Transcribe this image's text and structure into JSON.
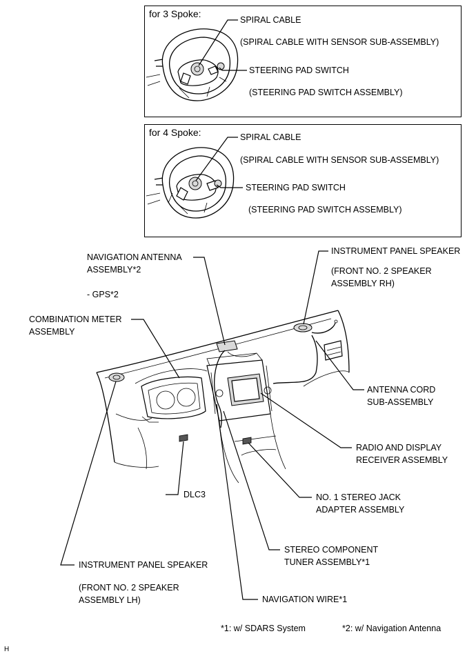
{
  "spoke3": {
    "title": "for 3 Spoke:",
    "spiral_cable": "SPIRAL CABLE",
    "spiral_cable_sub": "(SPIRAL CABLE WITH SENSOR SUB-ASSEMBLY)",
    "pad_switch": "STEERING PAD SWITCH",
    "pad_switch_sub": "(STEERING PAD SWITCH ASSEMBLY)"
  },
  "spoke4": {
    "title": "for 4 Spoke:",
    "spiral_cable": "SPIRAL CABLE",
    "spiral_cable_sub": "(SPIRAL CABLE WITH SENSOR SUB-ASSEMBLY)",
    "pad_switch": "STEERING PAD SWITCH",
    "pad_switch_sub": "(STEERING PAD SWITCH ASSEMBLY)"
  },
  "labels": {
    "nav_antenna_1": "NAVIGATION ANTENNA",
    "nav_antenna_2": "ASSEMBLY*2",
    "gps": "- GPS*2",
    "combo_meter_1": "COMBINATION METER",
    "combo_meter_2": "ASSEMBLY",
    "ip_speaker_rh_1": "INSTRUMENT PANEL SPEAKER",
    "ip_speaker_rh_2": "(FRONT NO. 2 SPEAKER",
    "ip_speaker_rh_3": "ASSEMBLY RH)",
    "antenna_cord_1": "ANTENNA CORD",
    "antenna_cord_2": "SUB-ASSEMBLY",
    "radio_1": "RADIO AND DISPLAY",
    "radio_2": "RECEIVER ASSEMBLY",
    "dlc3": "DLC3",
    "stereo_jack_1": "NO. 1 STEREO JACK",
    "stereo_jack_2": "ADAPTER ASSEMBLY",
    "stereo_tuner_1": "STEREO COMPONENT",
    "stereo_tuner_2": "TUNER ASSEMBLY*1",
    "ip_speaker_lh_1": "INSTRUMENT PANEL SPEAKER",
    "ip_speaker_lh_2": "(FRONT NO. 2 SPEAKER",
    "ip_speaker_lh_3": "ASSEMBLY LH)",
    "nav_wire": "NAVIGATION WIRE*1"
  },
  "footnotes": {
    "note1": "*1: w/ SDARS System",
    "note2": "*2: w/ Navigation Antenna"
  },
  "corner_mark": "H"
}
